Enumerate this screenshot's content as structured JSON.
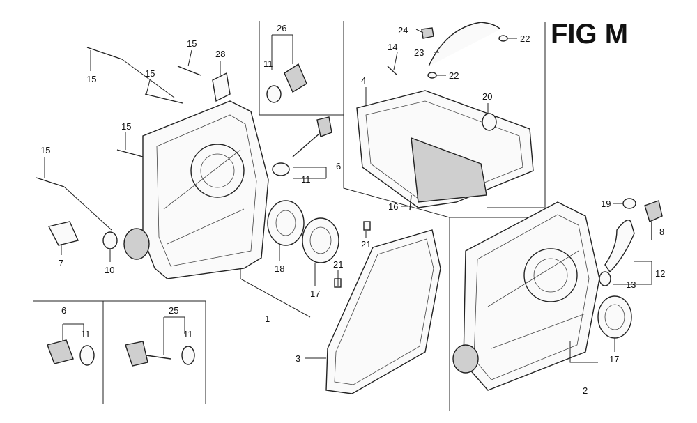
{
  "figure": {
    "title": "FIG M"
  },
  "callouts": {
    "c15a": "15",
    "c15b": "15",
    "c15c": "15",
    "c15d": "15",
    "c15e": "15",
    "c28": "28",
    "c26": "26",
    "c11a": "11",
    "c11b": "11",
    "c6a": "6",
    "c6b": "6",
    "c7": "7",
    "c10": "10",
    "c18": "18",
    "c17a": "17",
    "c1": "1",
    "c24": "24",
    "c14": "14",
    "c23": "23",
    "c22a": "22",
    "c22b": "22",
    "c4": "4",
    "c20": "20",
    "c16": "16",
    "c21a": "21",
    "c21b": "21",
    "c3": "3",
    "c19": "19",
    "c8": "8",
    "c12": "12",
    "c13": "13",
    "c17b": "17",
    "c2": "2",
    "c25": "25",
    "c11c": "11",
    "c11d": "11"
  }
}
